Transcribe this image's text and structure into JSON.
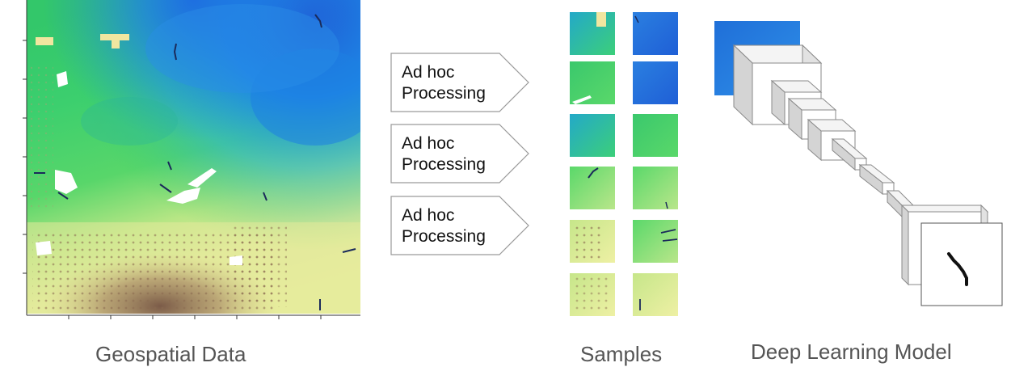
{
  "captions": {
    "geospatial": "Geospatial Data",
    "samples": "Samples",
    "model": "Deep Learning Model"
  },
  "processing_steps": [
    {
      "line1": "Ad hoc",
      "line2": "Processing"
    },
    {
      "line1": "Ad hoc",
      "line2": "Processing"
    },
    {
      "line1": "Ad hoc",
      "line2": "Processing"
    }
  ],
  "colors": {
    "deep_blue": "#1f5fd6",
    "blue": "#1e90e8",
    "teal": "#2fc0b0",
    "green": "#33cc66",
    "lime": "#9be07a",
    "pale_yellow": "#e6ec9a",
    "tan": "#c8b27a",
    "brown": "#7a5a45",
    "caption_gray": "#555555",
    "layer_gray": "#e8e8e8",
    "outline_gray": "#8a8a8a"
  }
}
